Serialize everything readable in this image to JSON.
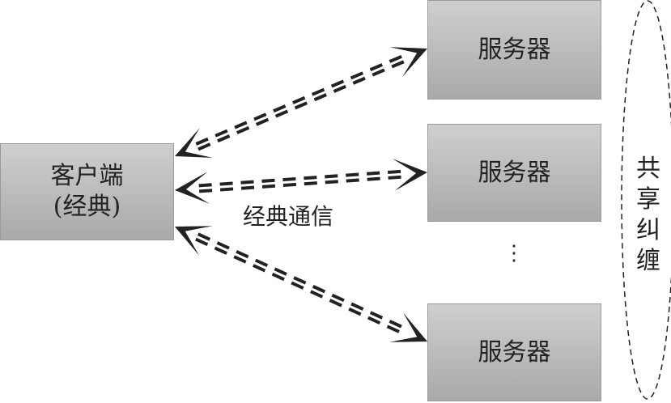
{
  "client": {
    "line1": "客户端",
    "line2": "(经典)"
  },
  "servers": [
    {
      "label": "服务器"
    },
    {
      "label": "服务器"
    },
    {
      "label": "服务器"
    }
  ],
  "ellipsis": "⋮",
  "channel_label": "经典通信",
  "shared_label": [
    "共",
    "享",
    "纠",
    "缠"
  ]
}
